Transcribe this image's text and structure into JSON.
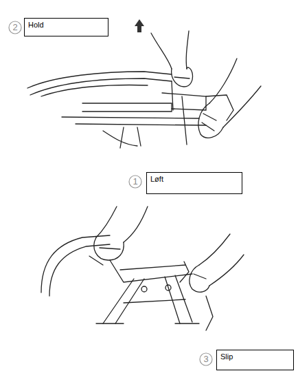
{
  "diagram": {
    "nodes": [
      {
        "text": [
          "Hold"
        ]
      },
      {
        "text": [
          "Løft"
        ]
      },
      {
        "text": [
          "Slip"
        ]
      }
    ],
    "labels": [
      "2",
      "1",
      "3"
    ]
  }
}
